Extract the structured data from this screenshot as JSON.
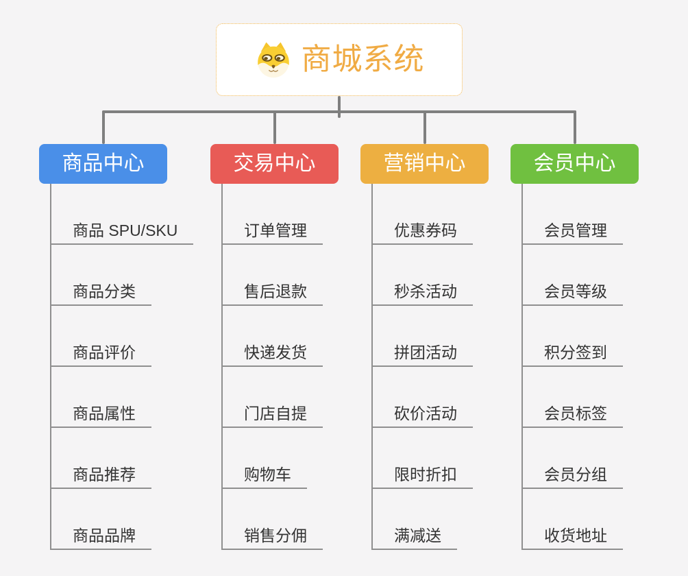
{
  "root": {
    "title": "商城系统",
    "icon": "dog-icon"
  },
  "branches": [
    {
      "label": "商品中心",
      "color": "#4a8fe8",
      "children": [
        "商品 SPU/SKU",
        "商品分类",
        "商品评价",
        "商品属性",
        "商品推荐",
        "商品品牌"
      ]
    },
    {
      "label": "交易中心",
      "color": "#e85b56",
      "children": [
        "订单管理",
        "售后退款",
        "快递发货",
        "门店自提",
        "购物车",
        "销售分佣"
      ]
    },
    {
      "label": "营销中心",
      "color": "#edaf41",
      "children": [
        "优惠券码",
        "秒杀活动",
        "拼团活动",
        "砍价活动",
        "限时折扣",
        "满减送"
      ]
    },
    {
      "label": "会员中心",
      "color": "#70c040",
      "children": [
        "会员管理",
        "会员等级",
        "积分签到",
        "会员标签",
        "会员分组",
        "收货地址"
      ]
    }
  ],
  "palette": {
    "background": "#f5f4f5",
    "root_border": "#f2b54c",
    "root_text": "#f0ab44",
    "connector": "#7f7f7f",
    "leaf_underline": "#8f8f8f",
    "leaf_text": "#333333",
    "branch_text": "#ffffff"
  }
}
